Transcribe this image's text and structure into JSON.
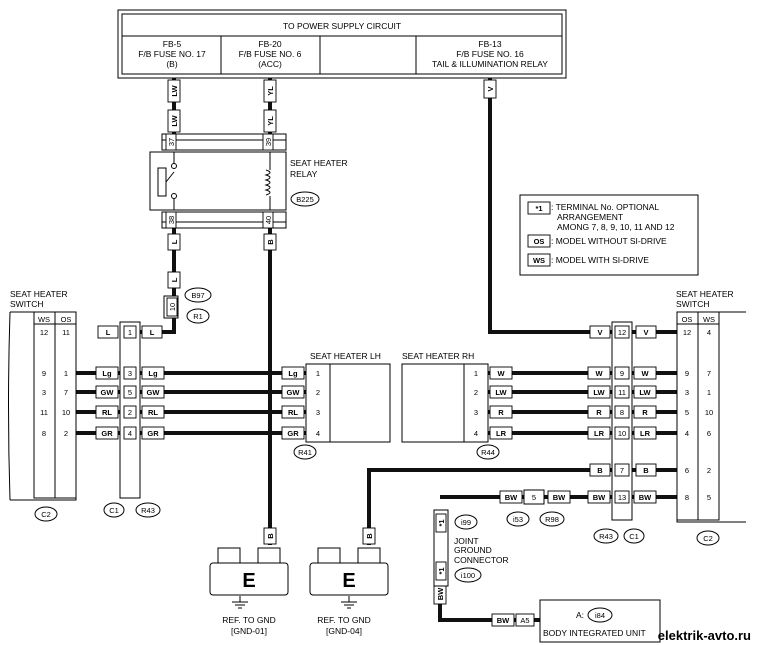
{
  "power": {
    "title": "TO POWER SUPPLY CIRCUIT",
    "fuses": [
      {
        "line1": "FB-5",
        "line2": "F/B FUSE NO. 17",
        "line3": "(B)"
      },
      {
        "line1": "FB-20",
        "line2": "F/B FUSE NO. 6",
        "line3": "(ACC)"
      },
      {
        "line1": "FB-13",
        "line2": "F/B FUSE NO. 16",
        "line3": "TAIL & ILLUMINATION RELAY"
      }
    ]
  },
  "relay": {
    "title1": "SEAT HEATER",
    "title2": "RELAY",
    "connector": "B225",
    "pins": [
      "37",
      "39",
      "38",
      "40"
    ]
  },
  "wire_colors": {
    "lw": "LW",
    "yl": "YL",
    "v": "V",
    "l": "L",
    "b": "B",
    "lg": "Lg",
    "gw": "GW",
    "rl": "RL",
    "gr": "GR",
    "w": "W",
    "r": "R",
    "lr": "LR",
    "bw": "BW"
  },
  "legend": {
    "star": "*1",
    "star_text1": ": TERMINAL No. OPTIONAL",
    "star_text2": "ARRANGEMENT",
    "star_text3": "AMONG 7, 8, 9, 10, 11 AND 12",
    "os": "OS",
    "os_text": ": MODEL WITHOUT SI-DRIVE",
    "ws": "WS",
    "ws_text": ": MODEL WITH SI-DRIVE"
  },
  "left_switch": {
    "title1": "SEAT HEATER",
    "title2": "SWITCH",
    "col_ws": "WS",
    "col_os": "OS",
    "rows": [
      [
        "12",
        "11"
      ],
      [
        "9",
        "1"
      ],
      [
        "3",
        "7"
      ],
      [
        "11",
        "10"
      ],
      [
        "8",
        "2"
      ]
    ],
    "connector": "C2"
  },
  "right_switch": {
    "title1": "SEAT HEATER",
    "title2": "SWITCH",
    "col_os": "OS",
    "col_ws": "WS",
    "rows": [
      [
        "12",
        "4"
      ],
      [
        "9",
        "7"
      ],
      [
        "3",
        "1"
      ],
      [
        "5",
        "10"
      ],
      [
        "4",
        "6"
      ],
      [
        "6",
        "2"
      ],
      [
        "8",
        "5"
      ]
    ],
    "connector": "C2"
  },
  "left_conn": {
    "pins": [
      "1",
      "3",
      "5",
      "2",
      "4"
    ],
    "a": "C1",
    "b": "R43",
    "extra_pin": "10",
    "extra_a": "B97",
    "extra_b": "R1"
  },
  "right_conn": {
    "pins": [
      "12",
      "9",
      "11",
      "8",
      "10",
      "7",
      "13"
    ],
    "a": "R43",
    "b": "C1"
  },
  "heater_lh": {
    "title": "SEAT HEATER LH",
    "pins": [
      "1",
      "2",
      "3",
      "4"
    ],
    "connector": "R41"
  },
  "heater_rh": {
    "title": "SEAT HEATER RH",
    "pins": [
      "1",
      "2",
      "3",
      "4"
    ],
    "connector": "R44"
  },
  "joint": {
    "title1": "JOINT",
    "title2": "GROUND",
    "title3": "CONNECTOR",
    "conn_a": "i99",
    "conn_b": "i100",
    "star": "*1",
    "bw_pin": "5",
    "i53": "i53",
    "r98": "R98"
  },
  "grounds": [
    {
      "letter": "E",
      "line1": "REF. TO GND",
      "line2": "[GND-01]"
    },
    {
      "letter": "E",
      "line1": "REF. TO GND",
      "line2": "[GND-04]"
    }
  ],
  "biu": {
    "prefix": "A:",
    "connector": "i84",
    "pin": "A5",
    "title": "BODY INTEGRATED UNIT"
  },
  "watermark": "elektrik-avto.ru"
}
